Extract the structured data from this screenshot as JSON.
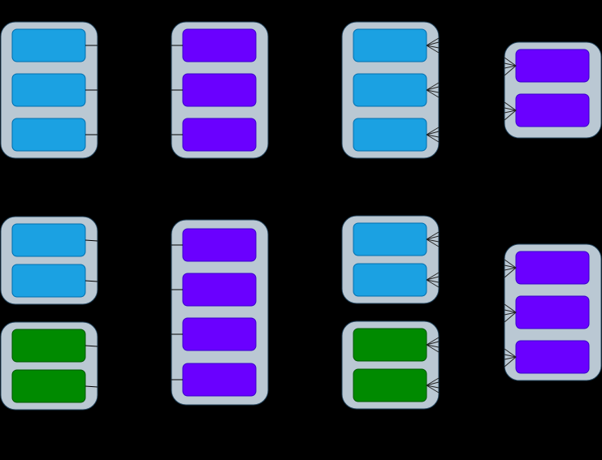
{
  "colors": {
    "background": "#000000",
    "container_fill": "#bac8d3",
    "container_stroke": "#23445d",
    "blue_fill": "#1ba1e2",
    "blue_stroke": "#006eaf",
    "purple_fill": "#6a00ff",
    "purple_stroke": "#3700cc",
    "green_fill": "#008a00",
    "green_stroke": "#005700",
    "edge": "#000000"
  },
  "groups": [
    {
      "name": "top-source-blue",
      "kind": "blue",
      "count": 3
    },
    {
      "name": "top-target-purple",
      "kind": "purple",
      "count": 3
    },
    {
      "name": "top-source-blue-2",
      "kind": "blue",
      "count": 3
    },
    {
      "name": "top-target-purple-2",
      "kind": "purple",
      "count": 2
    },
    {
      "name": "bottom-source-blue",
      "kind": "blue",
      "count": 2
    },
    {
      "name": "bottom-source-green",
      "kind": "green",
      "count": 2
    },
    {
      "name": "bottom-target-purple",
      "kind": "purple",
      "count": 4
    },
    {
      "name": "bottom-source-blue-2",
      "kind": "blue",
      "count": 2
    },
    {
      "name": "bottom-source-green-2",
      "kind": "green",
      "count": 2
    },
    {
      "name": "bottom-target-purple-2",
      "kind": "purple",
      "count": 3
    }
  ]
}
